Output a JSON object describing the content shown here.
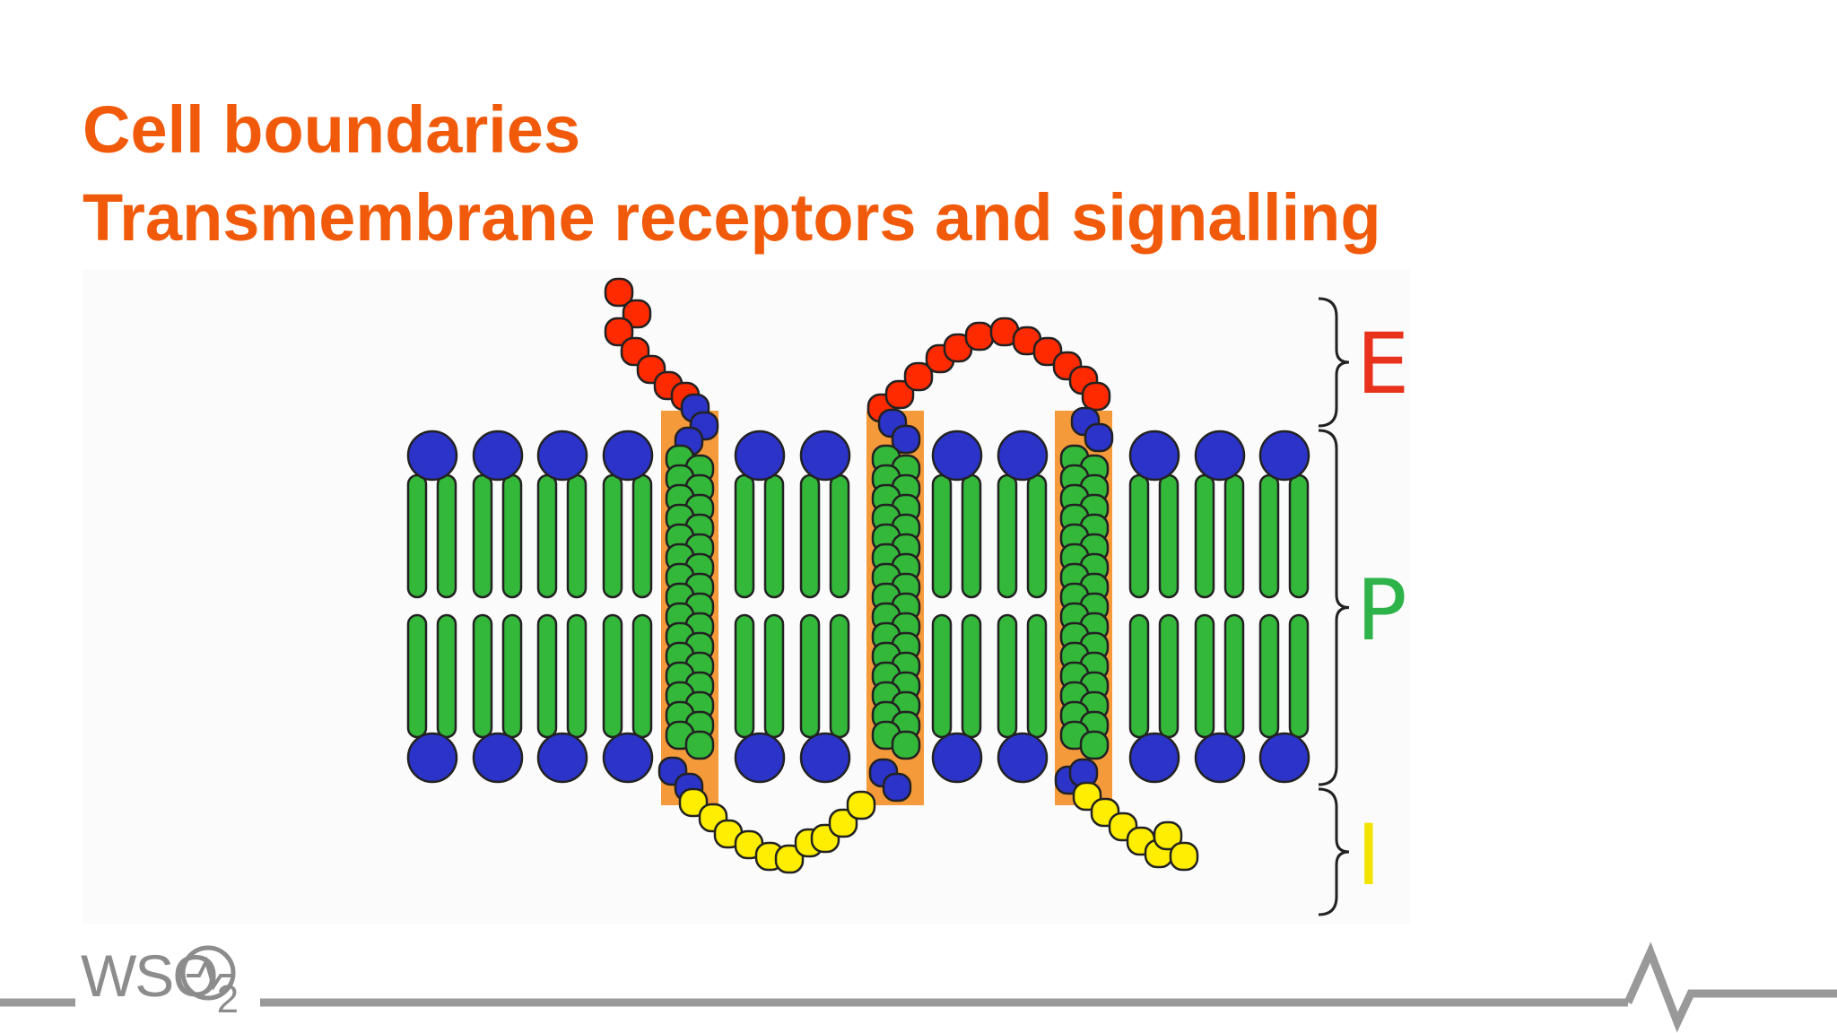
{
  "slide": {
    "title_line1": "Cell boundaries",
    "title_line2": "Transmembrane receptors and signalling",
    "title_color": "#f05a0a"
  },
  "diagram": {
    "regions": [
      {
        "label": "E",
        "color": "#e8321c"
      },
      {
        "label": "P",
        "color": "#2db34a"
      },
      {
        "label": "I",
        "color": "#f2e400"
      }
    ],
    "colors": {
      "head": "#2b33c8",
      "tail": "#33b83a",
      "helix_band": "#f59a3a",
      "extracellular_chain": "#ff2a00",
      "intracellular_chain": "#ffee00"
    },
    "icons": [
      "lipid-head-icon",
      "protein-residue-icon",
      "curly-brace-icon",
      "pulse-line-icon"
    ]
  },
  "footer": {
    "logo_text": "WSO",
    "logo_sub": "2"
  }
}
